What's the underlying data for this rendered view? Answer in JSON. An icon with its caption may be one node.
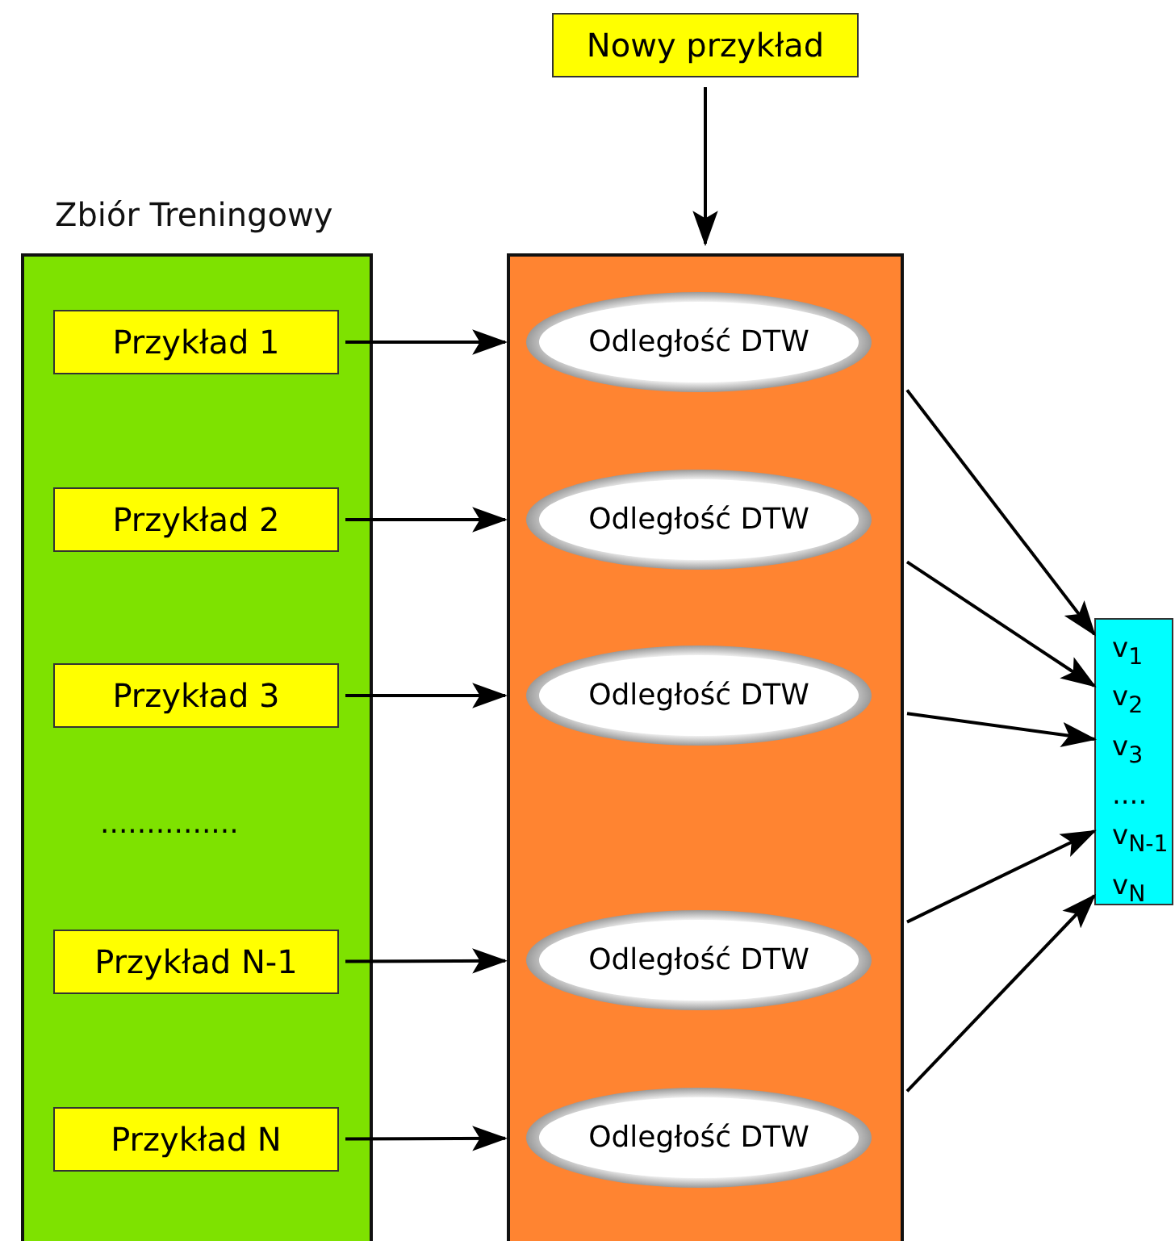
{
  "diagram": {
    "nodes": [
      {
        "text": [
          "Nowy przykład"
        ]
      },
      {
        "text": [
          "Zbiór Treningowy"
        ]
      },
      {
        "text": [
          "Przykład 1"
        ],
        "in": 1
      },
      {
        "text": [
          "Przykład 2"
        ],
        "in": 1
      },
      {
        "text": [
          "Przykład 3"
        ],
        "in": 1
      },
      {
        "text": [
          "Przykład N-1"
        ],
        "in": 1
      },
      {
        "text": [
          "Przykład N"
        ],
        "in": 1
      },
      {
        "text": [],
        "shape": "box"
      },
      {
        "text": [
          "Odległość DTW"
        ],
        "in": 7
      },
      {
        "text": [
          "Odległość DTW"
        ],
        "in": 7
      },
      {
        "text": [
          "Odległość DTW"
        ],
        "in": 7
      },
      {
        "text": [
          "Odległość DTW"
        ],
        "in": 7
      },
      {
        "text": [
          "Odległość DTW"
        ],
        "in": 7
      },
      {
        "text": [
          "v$_{1}$",
          "v$_{2}$",
          "v$_{3}$",
          "....",
          "v$_{N-1}$",
          "v$_{N}$"
        ]
      }
    ],
    "edges": [
      {
        "from": 0,
        "to": 7,
        "arrow": "to"
      },
      {
        "from": 2,
        "to": 8,
        "arrow": "to"
      },
      {
        "from": 3,
        "to": 9,
        "arrow": "to"
      },
      {
        "from": 4,
        "to": 10,
        "arrow": "to"
      },
      {
        "from": 5,
        "to": 11,
        "arrow": "to"
      },
      {
        "from": 6,
        "to": 12,
        "arrow": "to"
      },
      {
        "from": 8,
        "to": 13,
        "arrow": "to"
      },
      {
        "from": 9,
        "to": 13,
        "arrow": "to"
      },
      {
        "from": 10,
        "to": 13,
        "arrow": "to"
      },
      {
        "from": 11,
        "to": 13,
        "arrow": "to"
      },
      {
        "from": 12,
        "to": 13,
        "arrow": "to"
      }
    ],
    "labels": [
      "..............."
    ]
  }
}
